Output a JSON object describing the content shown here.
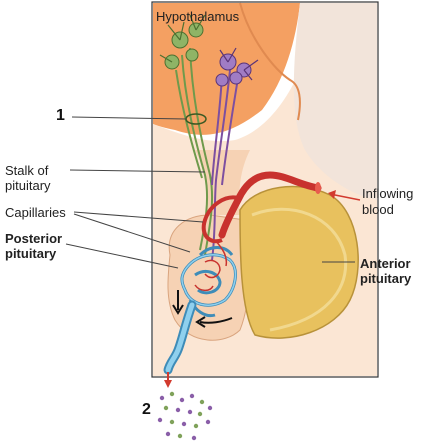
{
  "labels": {
    "hypothalamus": "Hypothalamus",
    "marker_1": "1",
    "marker_2": "2",
    "stalk_line1": "Stalk of",
    "stalk_line2": "pituitary",
    "capillaries": "Capillaries",
    "posterior_line1": "Posterior",
    "posterior_line2": "pituitary",
    "inflowing_line1": "Inflowing",
    "inflowing_line2": "blood",
    "anterior_line1": "Anterior",
    "anterior_line2": "pituitary"
  },
  "colors": {
    "hypothalamus": "#f4a062",
    "tissue": "#f6d2b4",
    "anterior": "#e8c15e",
    "neurons_green": "#7fa25a",
    "neurons_purple": "#8a5ea8",
    "artery": "#c8322e",
    "vein_blue": "#5bb0d8",
    "arrow_red": "#d23a2e"
  }
}
